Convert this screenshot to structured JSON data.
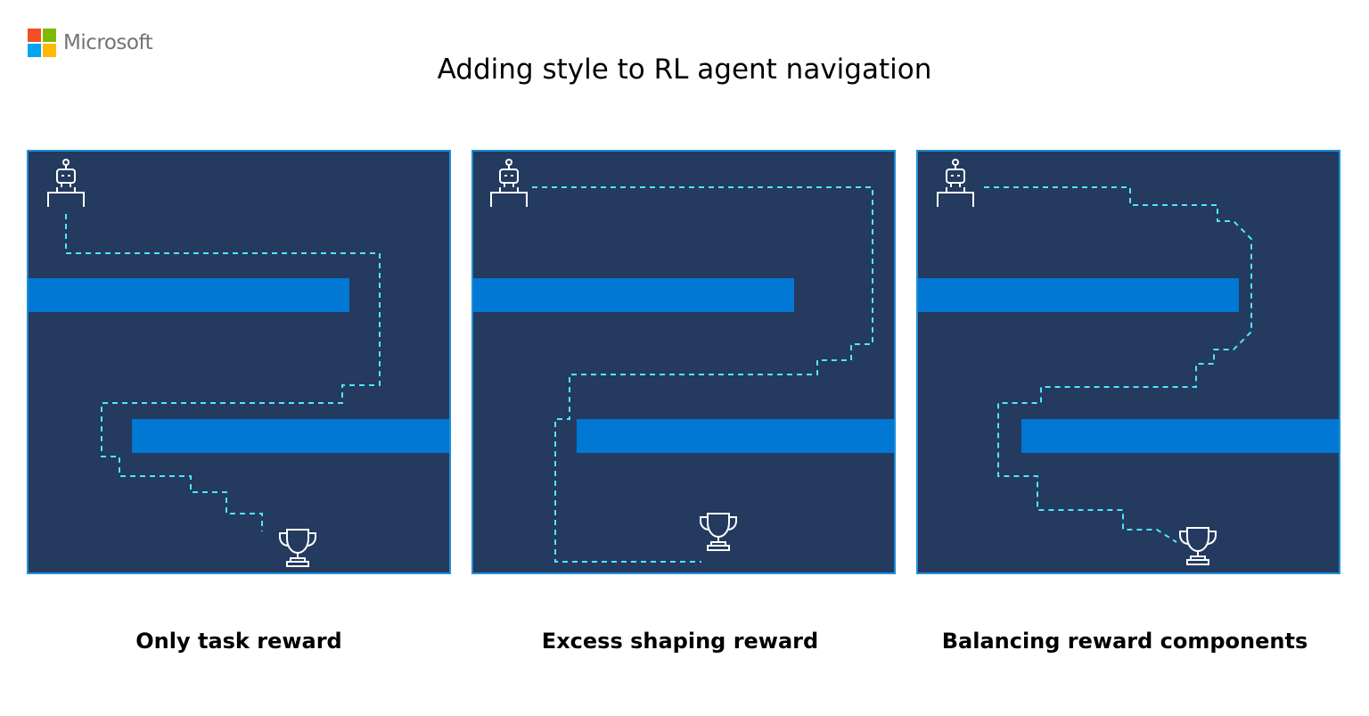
{
  "brand": {
    "name": "Microsoft",
    "logo_colors": [
      "#f25022",
      "#7fba00",
      "#00a4ef",
      "#ffb900"
    ]
  },
  "title": "Adding style to RL agent navigation",
  "colors": {
    "panel_bg": "#243a5e",
    "panel_border": "#1e8fd8",
    "wall": "#0078d4",
    "path": "#50e6ff",
    "icon": "#ffffff"
  },
  "panels": [
    {
      "caption": "Only task reward",
      "icons": [
        "robot-icon",
        "trophy-icon"
      ]
    },
    {
      "caption": "Excess shaping reward",
      "icons": [
        "robot-icon",
        "trophy-icon"
      ]
    },
    {
      "caption": "Balancing reward components",
      "icons": [
        "robot-icon",
        "trophy-icon"
      ]
    }
  ]
}
